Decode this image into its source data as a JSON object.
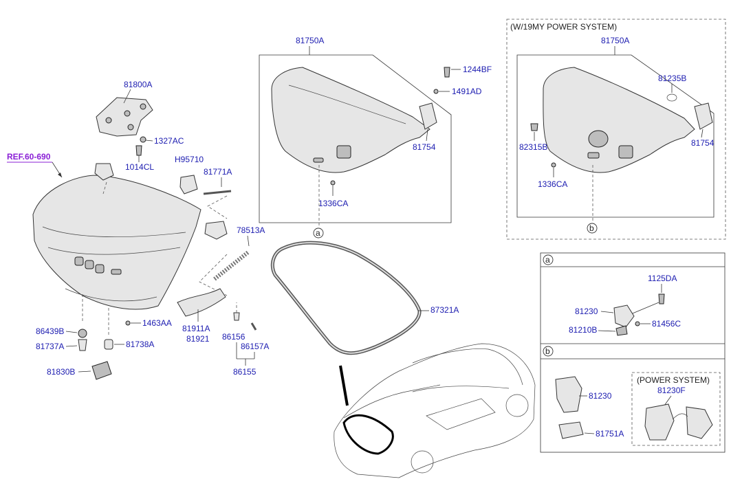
{
  "diagram": {
    "ref_label": "REF.60-690",
    "boxes": {
      "power_system_header": "(W/19MY POWER SYSTEM)",
      "detail_a_tag": "a",
      "detail_b_tag": "b",
      "power_system_sub": "(POWER SYSTEM)"
    },
    "callouts": {
      "a": "a",
      "b": "b"
    },
    "parts": {
      "p81800A": "81800A",
      "p1327AC": "1327AC",
      "p1014CL": "1014CL",
      "pH95710": "H95710",
      "p81771A": "81771A",
      "p78513A": "78513A",
      "p81750A_main": "81750A",
      "p1244BF": "1244BF",
      "p1491AD": "1491AD",
      "p81754_main": "81754",
      "p1336CA_main": "1336CA",
      "p81750A_ps": "81750A",
      "p81235B": "81235B",
      "p82315B": "82315B",
      "p81754_ps": "81754",
      "p1336CA_ps": "1336CA",
      "p87321A": "87321A",
      "p86439B": "86439B",
      "p1463AA": "1463AA",
      "p81737A": "81737A",
      "p81738A": "81738A",
      "p81830B": "81830B",
      "p81911A": "81911A",
      "p81921": "81921",
      "p86156": "86156",
      "p86157A": "86157A",
      "p86155": "86155",
      "p1125DA": "1125DA",
      "p81230_a": "81230",
      "p81210B": "81210B",
      "p81456C": "81456C",
      "p81230_b": "81230",
      "p81751A": "81751A",
      "p81230F": "81230F"
    },
    "colors": {
      "part_label": "#1b1bb0",
      "ref_label": "#8a1fd6",
      "line": "#333333"
    }
  }
}
